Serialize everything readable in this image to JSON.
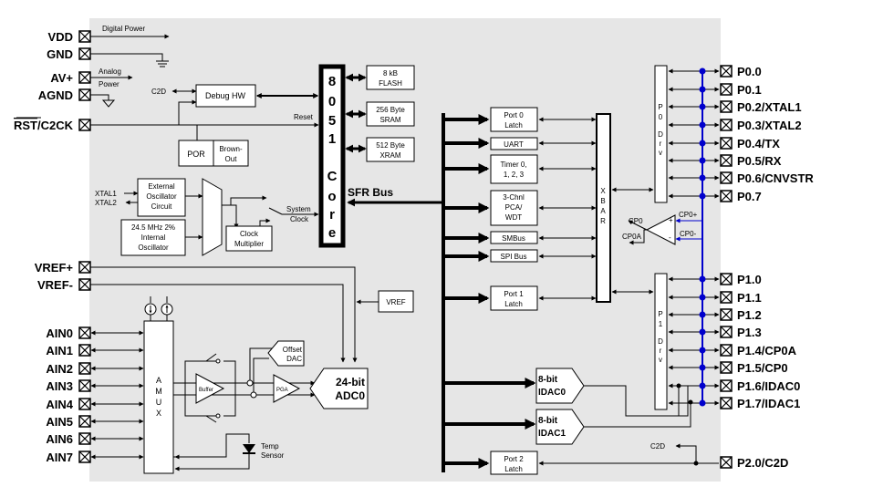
{
  "diagram": {
    "background_color": "#e6e6e6",
    "bus_color": "#0000cc",
    "left_pins": {
      "power": [
        "VDD",
        "GND",
        "AV+",
        "AGND"
      ],
      "reset": "RST/C2CK",
      "reset_overline": "RST",
      "reset_rest": "/C2CK",
      "vref": [
        "VREF+",
        "VREF-"
      ],
      "analog": [
        "AIN0",
        "AIN1",
        "AIN2",
        "AIN3",
        "AIN4",
        "AIN5",
        "AIN6",
        "AIN7"
      ]
    },
    "right_pins": {
      "port0": [
        "P0.0",
        "P0.1",
        "P0.2/XTAL1",
        "P0.3/XTAL2",
        "P0.4/TX",
        "P0.5/RX",
        "P0.6/CNVSTR",
        "P0.7"
      ],
      "port1": [
        "P1.0",
        "P1.1",
        "P1.2",
        "P1.3",
        "P1.4/CP0A",
        "P1.5/CP0",
        "P1.6/IDAC0",
        "P1.7/IDAC1"
      ],
      "port2": [
        "P2.0/C2D"
      ]
    },
    "labels": {
      "digital_power": "Digital Power",
      "analog_power_1": "Analog",
      "analog_power_2": "Power",
      "c2d": "C2D",
      "reset": "Reset",
      "system_clock_1": "System",
      "system_clock_2": "Clock",
      "sfr_bus": "SFR Bus",
      "xtal1": "XTAL1",
      "xtal2": "XTAL2",
      "cp0": "CP0",
      "cp0a": "CP0A",
      "cp0_plus": "CP0+",
      "cp0_minus": "CP0-",
      "temp_1": "Temp",
      "temp_2": "Sensor",
      "c2d_lower": "C2D"
    },
    "blocks": {
      "debug_hw": "Debug HW",
      "por": "POR",
      "brown_out_1": "Brown-",
      "brown_out_2": "Out",
      "ext_osc": [
        "External",
        "Oscillator",
        "Circuit"
      ],
      "int_osc": [
        "24.5 MHz 2%",
        "Internal",
        "Oscillator"
      ],
      "clock_mult": [
        "Clock",
        "Multiplier"
      ],
      "core_letters": [
        "8",
        "0",
        "5",
        "1",
        "C",
        "o",
        "r",
        "e"
      ],
      "flash": [
        "8 kB",
        "FLASH"
      ],
      "sram": [
        "256 Byte",
        "SRAM"
      ],
      "xram": [
        "512 Byte",
        "XRAM"
      ],
      "port0_latch": [
        "Port 0",
        "Latch"
      ],
      "uart": "UART",
      "timers": [
        "Timer 0,",
        "1, 2, 3"
      ],
      "pca": [
        "3-Chnl",
        "PCA/",
        "WDT"
      ],
      "smbus": "SMBus",
      "spi": "SPI Bus",
      "port1_latch": [
        "Port 1",
        "Latch"
      ],
      "port2_latch": [
        "Port 2",
        "Latch"
      ],
      "xbar": [
        "X",
        "B",
        "A",
        "R"
      ],
      "p0drv": [
        "P",
        "0",
        "",
        "D",
        "r",
        "v"
      ],
      "p1drv": [
        "P",
        "1",
        "",
        "D",
        "r",
        "v"
      ],
      "vref": "VREF",
      "amux": [
        "A",
        "M",
        "U",
        "X"
      ],
      "buffer": "Buffer",
      "pga": "PGA",
      "offset_dac": [
        "Offset",
        "DAC"
      ],
      "adc": [
        "24-bit",
        "ADC0"
      ],
      "idac0": [
        "8-bit",
        "IDAC0"
      ],
      "idac1": [
        "8-bit",
        "IDAC1"
      ]
    }
  }
}
